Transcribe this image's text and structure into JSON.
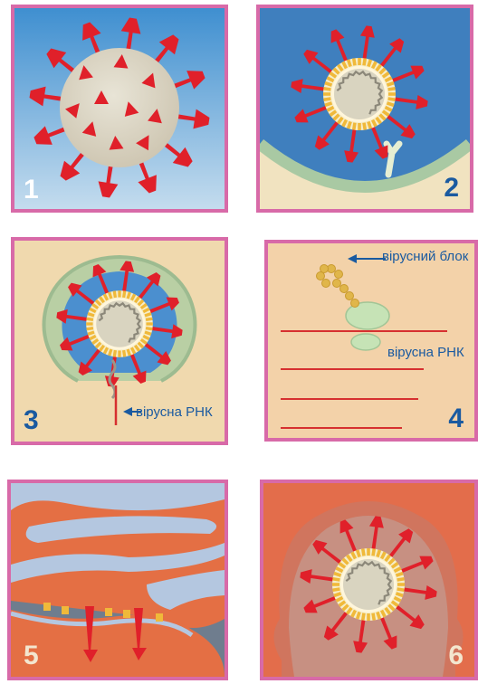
{
  "panels": [
    {
      "number": "1"
    },
    {
      "number": "2"
    },
    {
      "number": "3",
      "label_rna": "вірусна РНК"
    },
    {
      "number": "4",
      "label_block": "вірусний блок",
      "label_rna": "вірусна РНК"
    },
    {
      "number": "5"
    },
    {
      "number": "6"
    }
  ],
  "colors": {
    "frame": "#d86aa8",
    "spike": "#e0202a",
    "label_text": "#1a5aa0",
    "number_light": "#ffffff",
    "number_dark": "#1a5aa0"
  }
}
